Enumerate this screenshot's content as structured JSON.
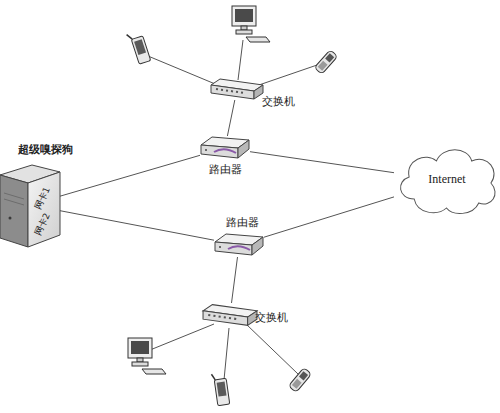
{
  "diagram": {
    "nodes": [
      {
        "text": [
          "超级嗅探狗",
          "网卡1",
          "网卡2"
        ]
      },
      {
        "text": [
          "路由器"
        ]
      },
      {
        "text": [
          "交换机"
        ]
      },
      {
        "text": [
          "Internet"
        ]
      },
      {
        "text": [
          "路由器"
        ]
      },
      {
        "text": [
          "交换机"
        ]
      }
    ],
    "edges": [
      {
        "from": 0,
        "to": 1,
        "arrow": "none"
      },
      {
        "from": 0,
        "to": 4,
        "arrow": "none"
      },
      {
        "from": 1,
        "to": 3,
        "arrow": "none"
      },
      {
        "from": 4,
        "to": 3,
        "arrow": "none"
      },
      {
        "from": 1,
        "to": 2,
        "arrow": "none"
      },
      {
        "from": 4,
        "to": 5,
        "arrow": "none"
      }
    ]
  }
}
